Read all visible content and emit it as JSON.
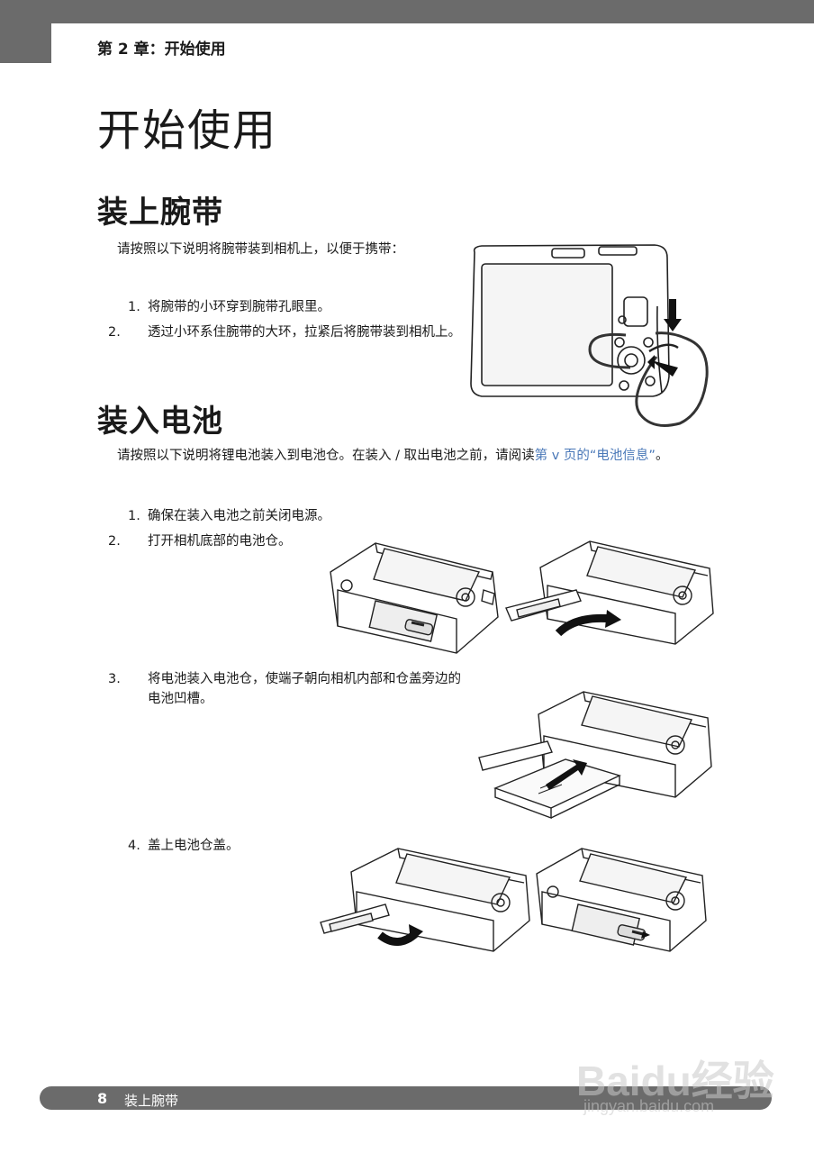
{
  "header": {
    "chapter": "第 2 章：开始使用"
  },
  "page_title": "开始使用",
  "strap_section": {
    "heading": "装上腕带",
    "intro": "请按照以下说明将腕带装到相机上，以便于携带：",
    "steps": [
      {
        "num": "1.",
        "text": "将腕带的小环穿到腕带孔眼里。"
      },
      {
        "num": "2.",
        "text": "透过小环系住腕带的大环，拉紧后将腕带装到相机上。"
      }
    ]
  },
  "battery_section": {
    "heading": "装入电池",
    "intro_before_link": "请按照以下说明将锂电池装入到电池仓。在装入 / 取出电池之前，请阅读",
    "intro_link": "第 v 页的“电池信息”",
    "intro_after_link": "。",
    "steps": [
      {
        "num": "1.",
        "text": "确保在装入电池之前关闭电源。"
      },
      {
        "num": "2.",
        "text": "打开相机底部的电池仓。"
      },
      {
        "num": "3.",
        "text": "将电池装入电池仓，使端子朝向相机内部和仓盖旁边的电池凹槽。"
      },
      {
        "num": "4.",
        "text": "盖上电池仓盖。"
      }
    ]
  },
  "footer": {
    "page_number": "8",
    "section": "装上腕带"
  },
  "watermark": {
    "logo": "Baidu经验",
    "url": "jingyan.baidu.com"
  }
}
